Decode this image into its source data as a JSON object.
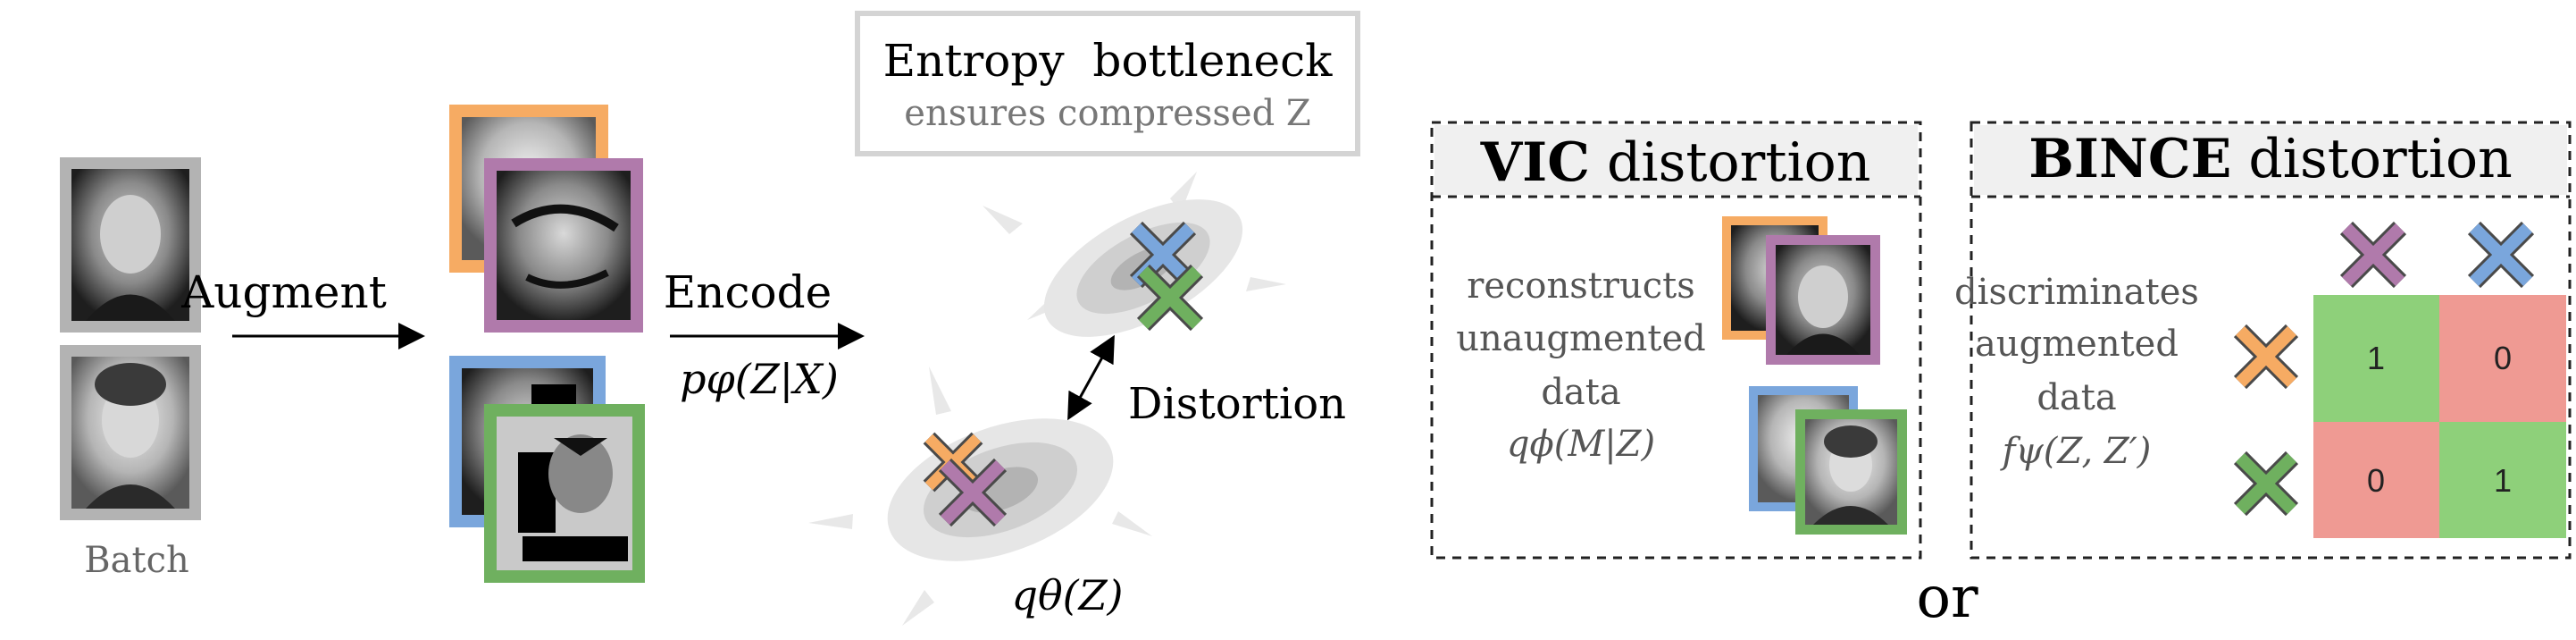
{
  "batch": {
    "label": "Batch"
  },
  "augment": {
    "label": "Augment"
  },
  "encode": {
    "label": "Encode",
    "formula": "pφ(Z|X)"
  },
  "bottleneck": {
    "title": "Entropy  bottleneck",
    "subtitle": "ensures compressed Z"
  },
  "distortion": {
    "label": "Distortion"
  },
  "prior": {
    "label": "qθ(Z)"
  },
  "vic": {
    "title_bold": "VIC",
    "title_rest": " distortion",
    "desc": [
      "reconstructs",
      "unaugmented",
      "data"
    ],
    "formula": "qϕ(M|Z)"
  },
  "bince": {
    "title_bold": "BINCE",
    "title_rest": " distortion",
    "desc": [
      "discriminates",
      "augmented",
      "data"
    ],
    "formula": "fψ(Z, Z′)",
    "matrix": [
      [
        "1",
        "0"
      ],
      [
        "0",
        "1"
      ]
    ]
  },
  "or_label": "or",
  "colors": {
    "orange": "#f6ab63",
    "purple": "#b07aab",
    "blue": "#7aa6dc",
    "green": "#6fb05f",
    "gray_frame": "#b3b3b3",
    "cell_green": "#8ed07a",
    "cell_red": "#ef9a93"
  }
}
